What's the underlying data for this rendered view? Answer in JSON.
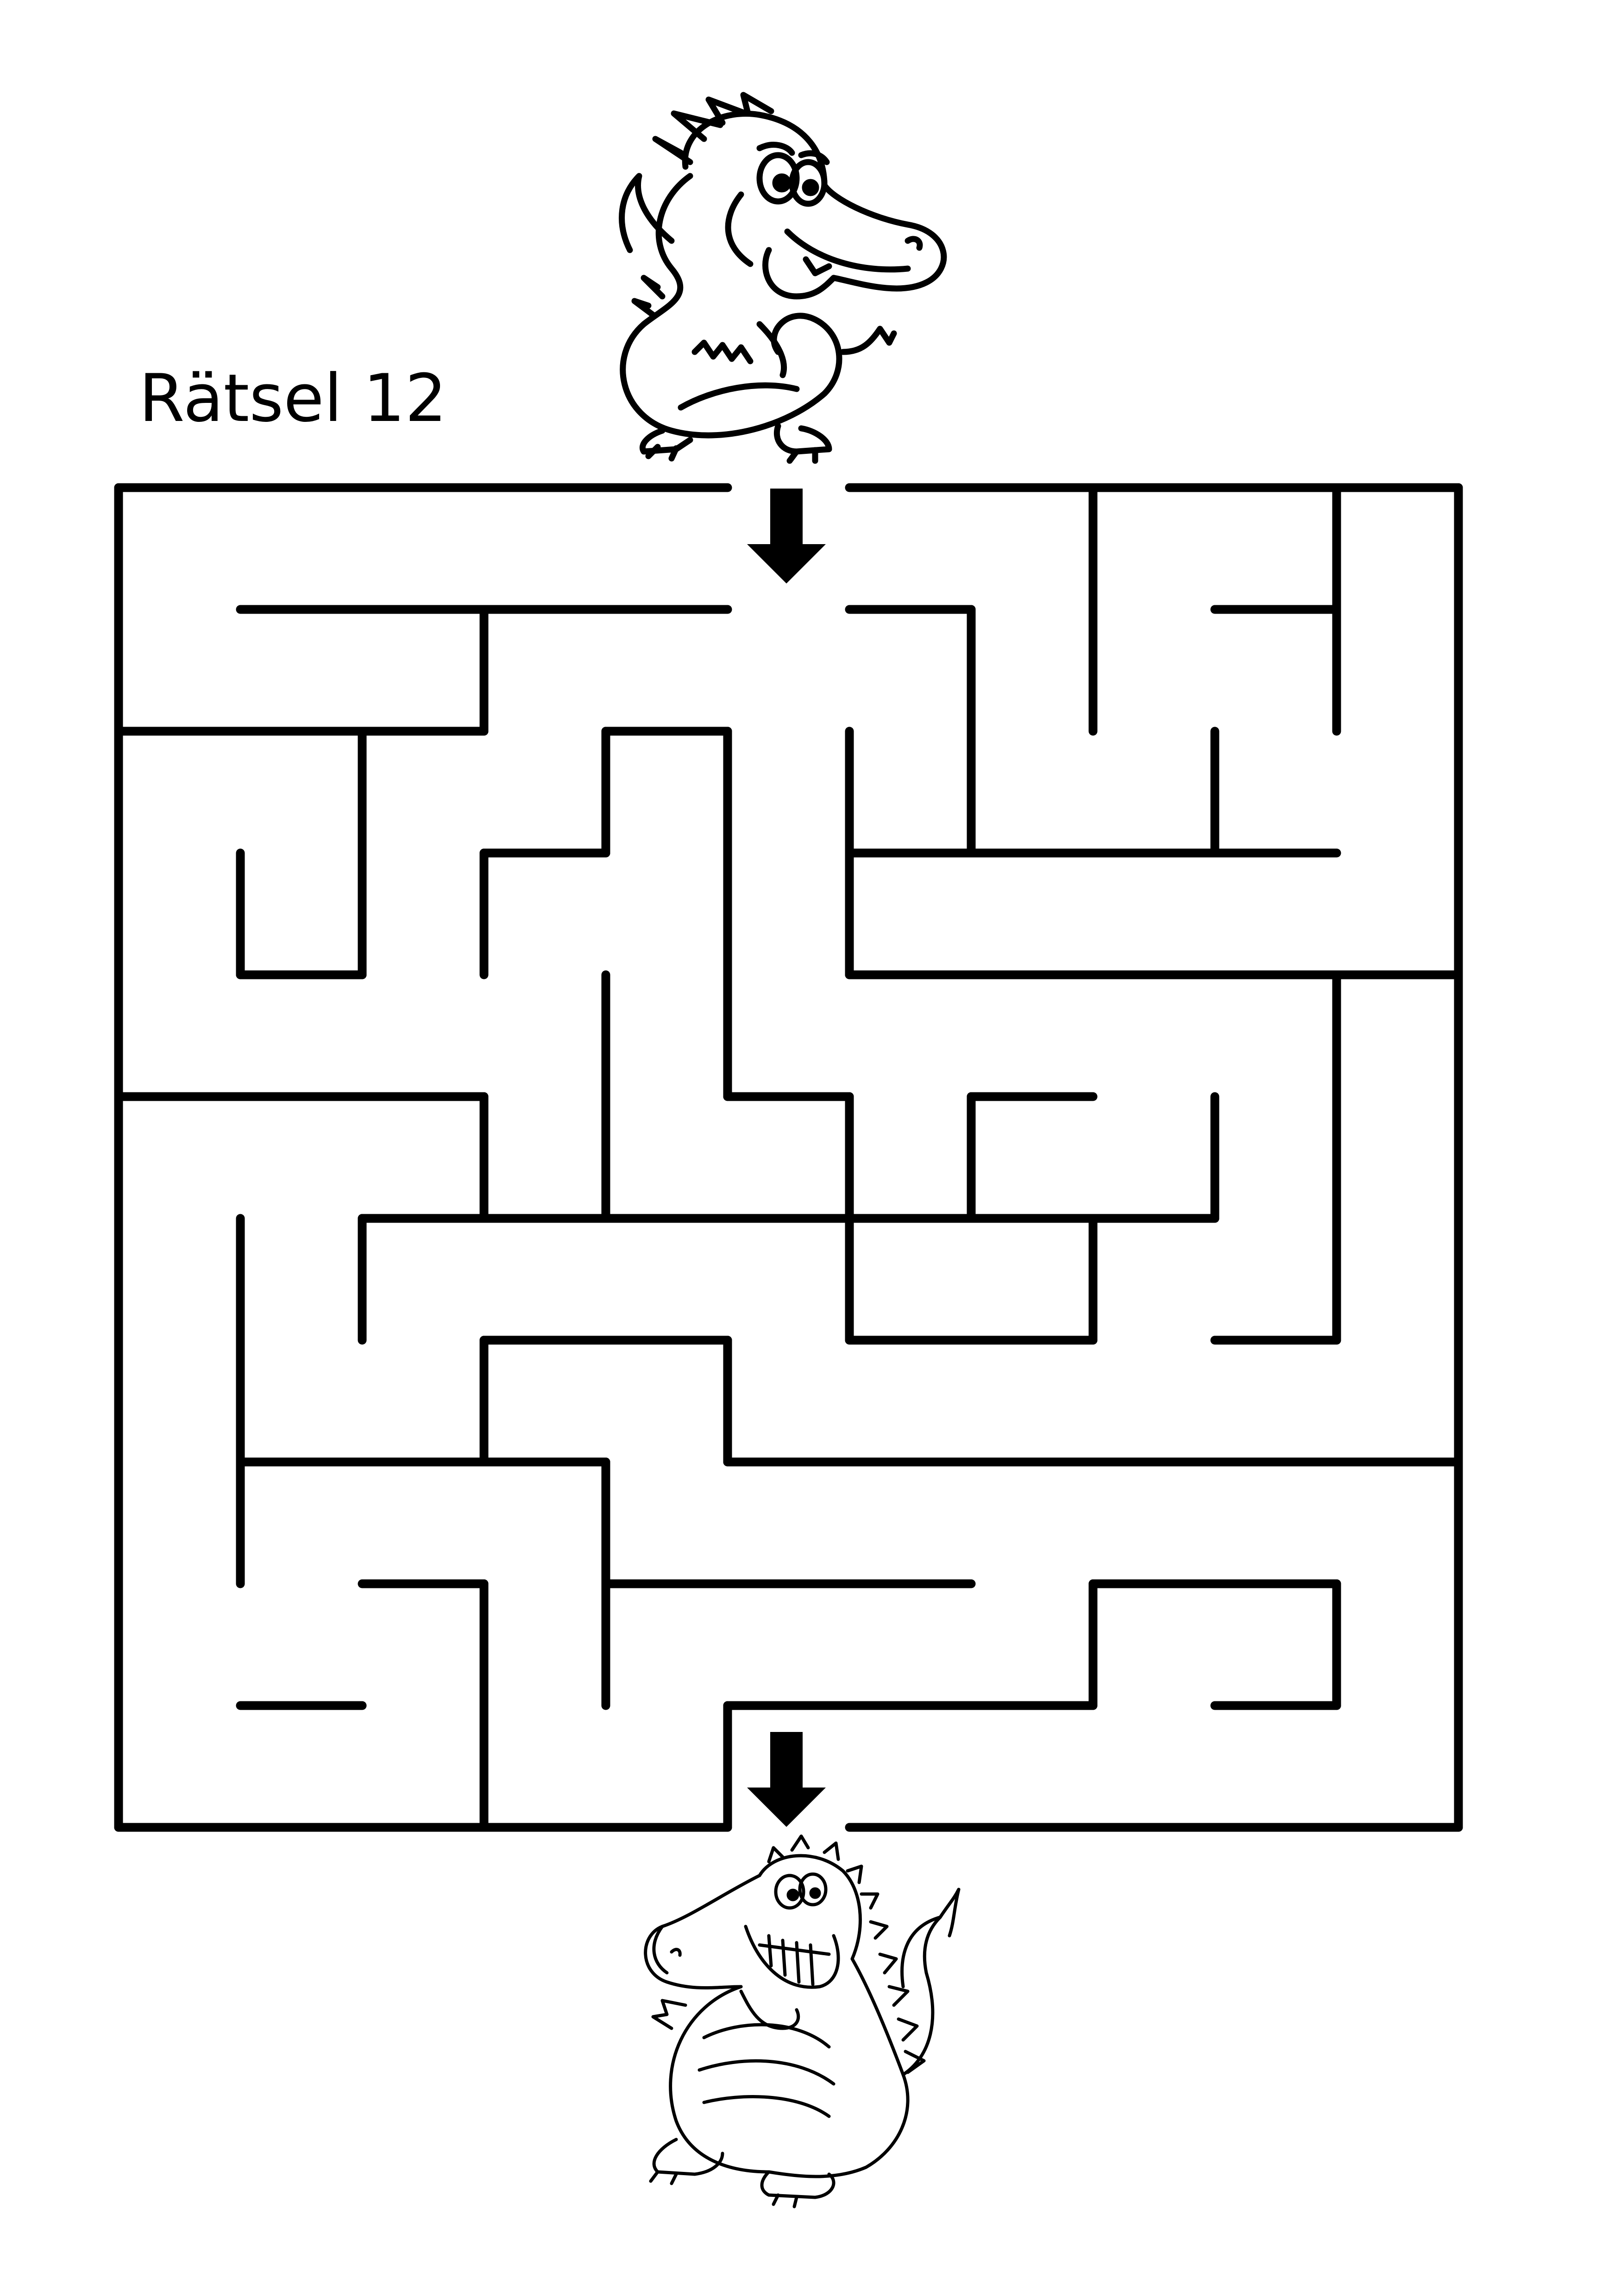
{
  "puzzle": {
    "title": "Rätsel 12",
    "type": "maze",
    "grid": {
      "columns": 11,
      "rows": 11
    },
    "start": {
      "label": "",
      "column": 6,
      "row": 0,
      "side": "top"
    },
    "goal": {
      "label": "",
      "column": 6,
      "row": 10,
      "side": "bottom"
    },
    "start_character": "dragon-standing",
    "goal_character": "dragon-sitting",
    "arrow_icon": "down-arrow-icon",
    "colors": {
      "ink": "#000000",
      "paper": "#ffffff"
    }
  }
}
